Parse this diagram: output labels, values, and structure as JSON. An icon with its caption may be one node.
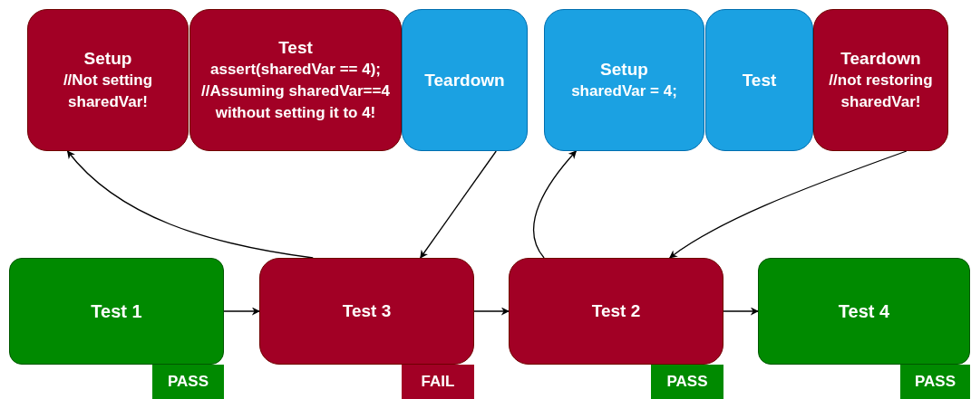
{
  "diagram": {
    "nodes": [
      {
        "text": [
          "Setup",
          "//Not setting sharedVar!"
        ]
      },
      {
        "text": [
          "Test",
          "assert(sharedVar == 4);",
          "//Assuming sharedVar==4 without setting it to 4!"
        ]
      },
      {
        "text": [
          "Teardown"
        ]
      },
      {
        "text": [
          "Setup",
          "sharedVar = 4;"
        ]
      },
      {
        "text": [
          "Test"
        ]
      },
      {
        "text": [
          "Teardown",
          "//not restoring sharedVar!"
        ]
      },
      {
        "text": [
          "Test 1"
        ]
      },
      {
        "text": [
          "Test 3"
        ]
      },
      {
        "text": [
          "Test 2"
        ]
      },
      {
        "text": [
          "Test 4"
        ]
      },
      {
        "text": [
          "PASS"
        ]
      },
      {
        "text": [
          "FAIL"
        ]
      },
      {
        "text": [
          "PASS"
        ]
      },
      {
        "text": [
          "PASS"
        ]
      }
    ],
    "edges": [
      {
        "from": 6,
        "to": 7,
        "arrow": "to"
      },
      {
        "from": 7,
        "to": 8,
        "arrow": "to"
      },
      {
        "from": 8,
        "to": 9,
        "arrow": "to"
      },
      {
        "from": 7,
        "to": 0,
        "arrow": "to"
      },
      {
        "from": 2,
        "to": 7,
        "arrow": "to"
      },
      {
        "from": 8,
        "to": 3,
        "arrow": "to"
      },
      {
        "from": 5,
        "to": 8,
        "arrow": "to"
      }
    ]
  }
}
